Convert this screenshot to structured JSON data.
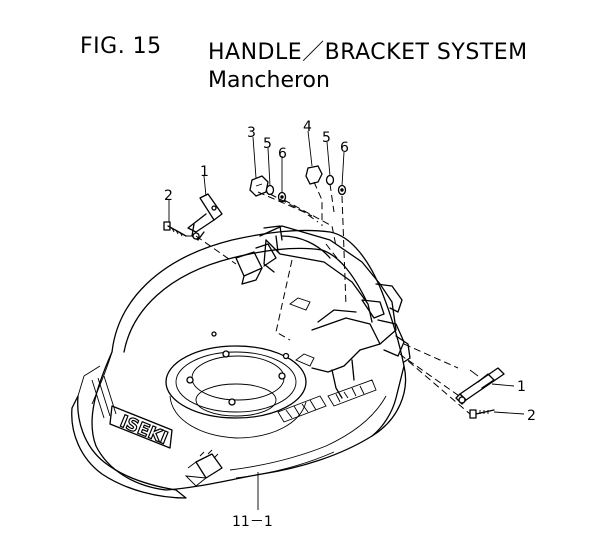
{
  "figure": {
    "number": "FIG. 15",
    "title": "HANDLE／BRACKET SYSTEM",
    "subtitle": "Mancheron"
  },
  "brand_mark": "ISEKI",
  "callouts": [
    {
      "id": "c-3",
      "text": "3"
    },
    {
      "id": "c-5a",
      "text": "5"
    },
    {
      "id": "c-6a",
      "text": "6"
    },
    {
      "id": "c-4",
      "text": "4"
    },
    {
      "id": "c-5b",
      "text": "5"
    },
    {
      "id": "c-6b",
      "text": "6"
    },
    {
      "id": "c-1a",
      "text": "1"
    },
    {
      "id": "c-2a",
      "text": "2"
    },
    {
      "id": "c-1b",
      "text": "1"
    },
    {
      "id": "c-2b",
      "text": "2"
    },
    {
      "id": "c-11",
      "text": "11－1"
    }
  ]
}
